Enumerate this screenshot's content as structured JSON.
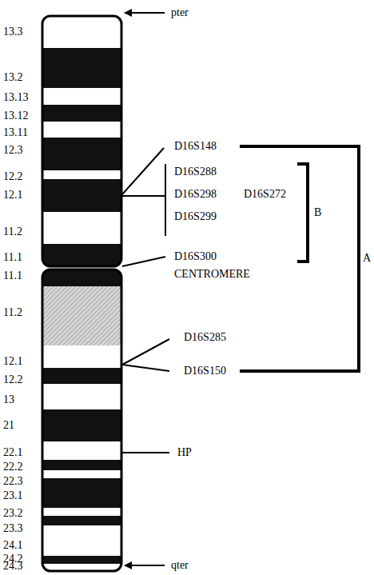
{
  "diagram": {
    "labels": [
      "13.3",
      "13.2",
      "13.13",
      "13.12",
      "13.11",
      "12.3",
      "12.2",
      "12.1",
      "11.2",
      "11.1",
      "11.1",
      "11.2",
      "12.1",
      "12.2",
      "13",
      "21",
      "22.1",
      "22.2",
      "22.3",
      "23.1",
      "23.2",
      "23.3",
      "24.1",
      "24.2",
      "24.3",
      "pter",
      "D16S148",
      "D16S288",
      "D16S298",
      "D16S299",
      "D16S272",
      "B",
      "A",
      "D16S300",
      "CENTROMERE",
      "D16S285",
      "D16S150",
      "HP",
      "qter"
    ]
  }
}
